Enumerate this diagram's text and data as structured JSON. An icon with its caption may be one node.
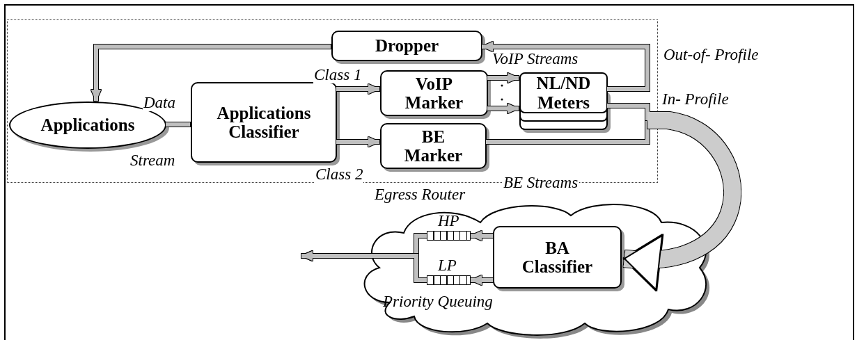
{
  "diagram": {
    "nodes": [
      {
        "text": [],
        "shape": "box"
      },
      {
        "text": [
          "Applications"
        ],
        "in": 0
      },
      {
        "text": [
          "Dropper"
        ],
        "in": 0
      },
      {
        "text": [
          "Applications Classifier"
        ],
        "in": 0
      },
      {
        "text": [
          "VoIP Marker"
        ],
        "in": 0
      },
      {
        "text": [
          "BE Marker"
        ],
        "in": 0
      },
      {
        "text": [
          "NL/ND Meters"
        ],
        "in": 0
      },
      {
        "text": [
          "Egress Router",
          "Priority Queuing"
        ]
      },
      {
        "text": [
          "BA Classifier"
        ],
        "in": 7
      },
      {
        "text": [],
        "shape": "bar",
        "beside": [
          "HP"
        ],
        "in": 7
      },
      {
        "text": [],
        "shape": "bar",
        "beside": [
          "LP"
        ],
        "in": 7
      }
    ],
    "edges": [
      {
        "from": 1,
        "to": 3,
        "arrow": "none"
      },
      {
        "from": 3,
        "to": 4,
        "arrow": "to",
        "label": "Class 1"
      },
      {
        "from": 3,
        "to": 5,
        "arrow": "to",
        "label": "Class 2"
      },
      {
        "from": 4,
        "to": 6,
        "arrow": "to",
        "label": "VoIP *Streams*"
      },
      {
        "from": 4,
        "to": 6,
        "arrow": "to"
      },
      {
        "from": 6,
        "to": 2,
        "arrow": "to",
        "label": "Out-of- Profile"
      },
      {
        "from": 2,
        "to": 1,
        "arrow": "to"
      },
      {
        "from": 6,
        "to": 8,
        "arrow": "to",
        "label": "In- Profile",
        "style": "thick"
      },
      {
        "from": 5,
        "to": 8,
        "arrow": "to",
        "label": "BE Streams"
      },
      {
        "from": 8,
        "to": 9,
        "arrow": "to"
      },
      {
        "from": 8,
        "to": 10,
        "arrow": "to"
      },
      {
        "from": 9,
        "to": null,
        "arrow": "to"
      },
      {
        "from": 10,
        "to": null,
        "arrow": "to"
      }
    ],
    "labels": [
      "Data",
      "Stream"
    ]
  }
}
